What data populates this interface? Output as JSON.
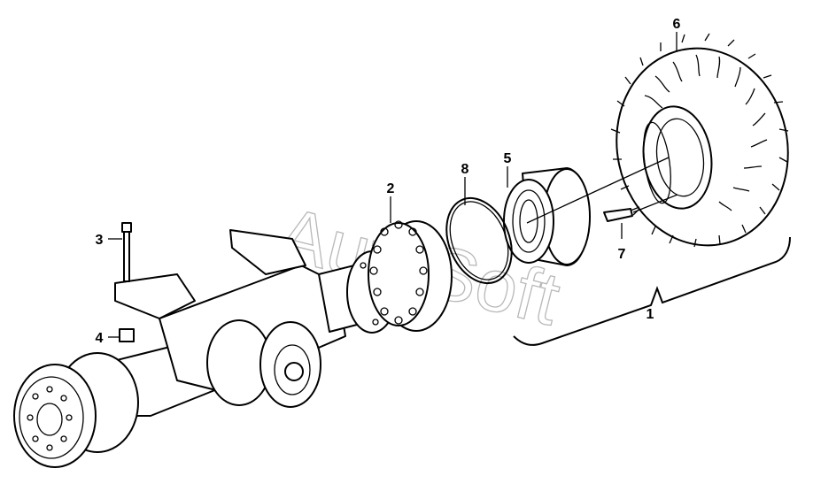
{
  "watermark": "AutoSoft",
  "callouts": {
    "c1": "1",
    "c2": "2",
    "c3": "3",
    "c4": "4",
    "c5": "5",
    "c6": "6",
    "c7": "7",
    "c8": "8"
  }
}
